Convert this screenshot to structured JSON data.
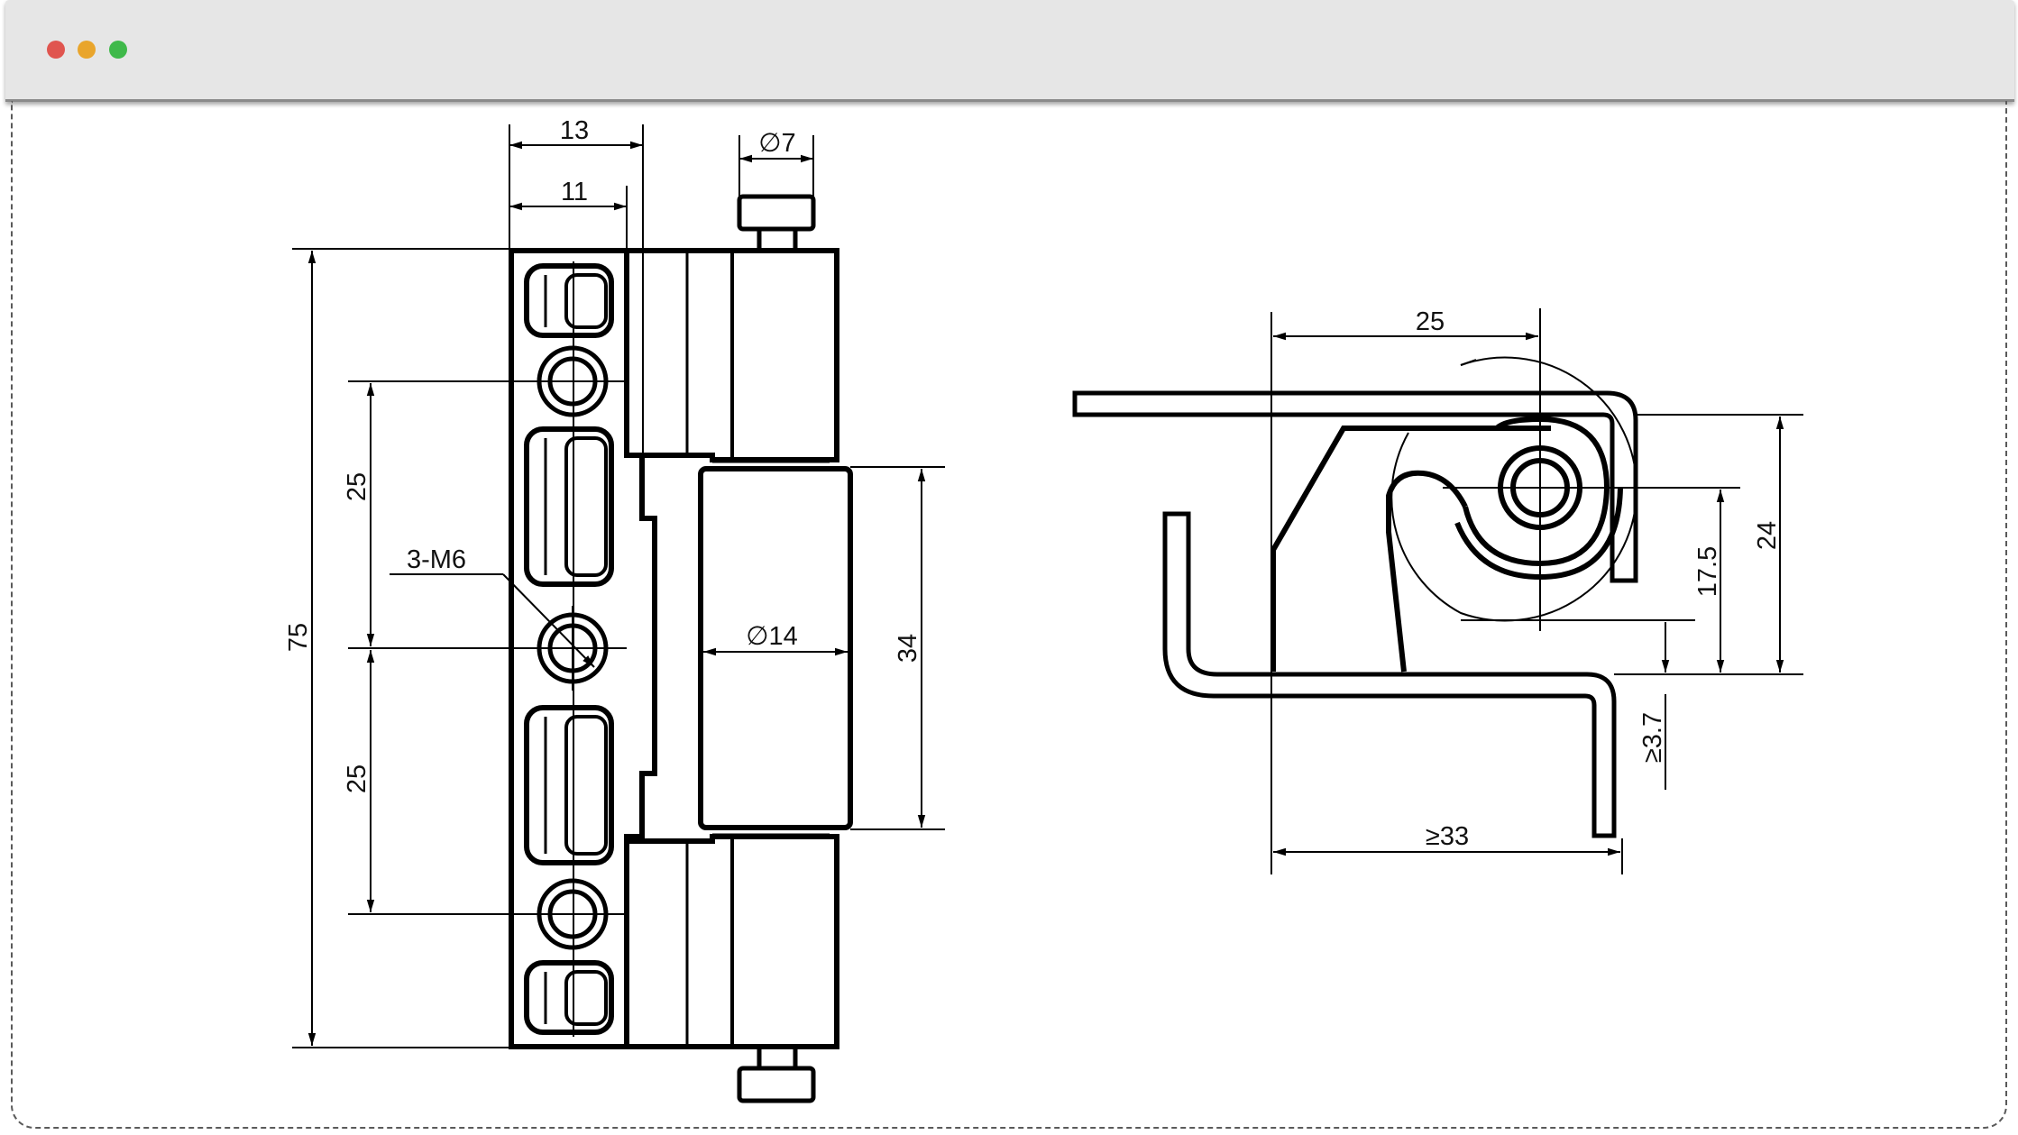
{
  "window": {
    "controls": [
      "close",
      "minimize",
      "maximize"
    ],
    "colors": {
      "close": "#e0554f",
      "minimize": "#e9a52c",
      "maximize": "#3fb94a"
    }
  },
  "drawing": {
    "front_view": {
      "dim_top_outer": "13",
      "dim_top_inner": "11",
      "dim_pin_dia": "∅7",
      "dim_total_height": "75",
      "dim_hole_upper": "25",
      "dim_hole_lower": "25",
      "callout_thread": "3-M6",
      "dim_barrel_dia": "∅14",
      "dim_barrel_len": "34"
    },
    "side_view": {
      "dim_pivot_offset": "25",
      "dim_height": "24",
      "dim_pivot_height": "17.5",
      "dim_gap": "≥3.7",
      "dim_min_width": "≥33"
    }
  }
}
